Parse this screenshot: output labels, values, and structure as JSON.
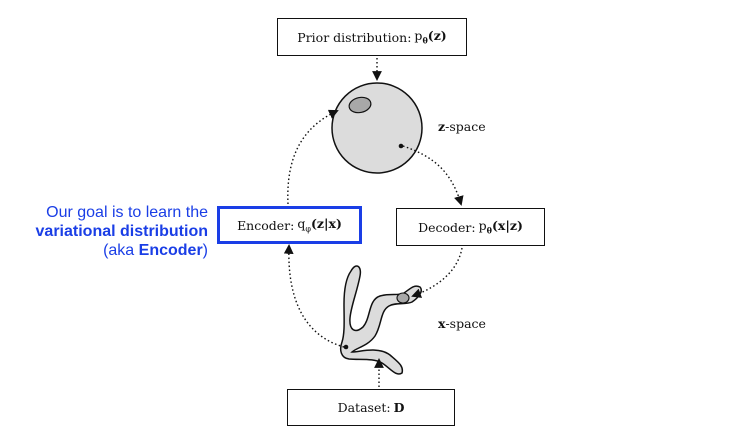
{
  "boxes": {
    "prior": {
      "text": "Prior distribution: ",
      "math": "p",
      "sub": "θ",
      "args": "(z)"
    },
    "encoder": {
      "text": "Encoder: ",
      "math": "q",
      "sub": "φ",
      "args": "(z|x)"
    },
    "decoder": {
      "text": "Decoder: ",
      "math": "p",
      "sub": "θ",
      "args": "(x|z)"
    },
    "dataset": {
      "text": "Dataset: ",
      "math": "D"
    }
  },
  "spaces": {
    "z": {
      "bold": "z",
      "text": "-space"
    },
    "x": {
      "bold": "x",
      "text": "-space"
    }
  },
  "annotation": {
    "line1": "Our goal is to learn the",
    "line2_bold": "variational distribution",
    "line3_prefix": "(aka ",
    "line3_bold": "Encoder",
    "line3_suffix": ")"
  },
  "colors": {
    "accent": "#1a3ee6",
    "blob_fill": "#dcdcdc",
    "region_fill": "#a8a8a8",
    "stroke": "#111111"
  }
}
